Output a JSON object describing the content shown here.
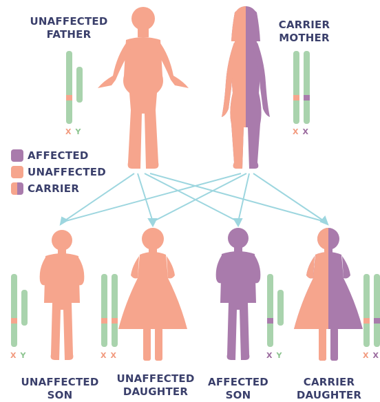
{
  "colors": {
    "affected": "#a97bac",
    "unaffected": "#f6a58d",
    "chromosome": "#a9d3ad",
    "arrow": "#9dd6df",
    "text": "#3a3f6b",
    "letter_unaffected": "#f29a7e",
    "letter_green": "#8cc48f",
    "letter_affected": "#9a6a9e"
  },
  "parents": {
    "father": {
      "line1": "UNAFFECTED",
      "line2": "FATHER",
      "chromosomes": [
        "X",
        "Y"
      ]
    },
    "mother": {
      "line1": "CARRIER",
      "line2": "MOTHER",
      "chromosomes": [
        "X",
        "X"
      ]
    }
  },
  "legend": [
    {
      "label": "AFFECTED",
      "kind": "affected"
    },
    {
      "label": "UNAFFECTED",
      "kind": "unaffected"
    },
    {
      "label": "CARRIER",
      "kind": "carrier"
    }
  ],
  "children": [
    {
      "line1": "UNAFFECTED",
      "line2": "SON",
      "chromosomes": [
        "X",
        "Y"
      ]
    },
    {
      "line1": "UNAFFECTED",
      "line2": "DAUGHTER",
      "chromosomes": [
        "X",
        "X"
      ]
    },
    {
      "line1": "AFFECTED",
      "line2": "SON",
      "chromosomes": [
        "X",
        "Y"
      ]
    },
    {
      "line1": "CARRIER",
      "line2": "DAUGHTER",
      "chromosomes": [
        "X",
        "X"
      ]
    }
  ]
}
